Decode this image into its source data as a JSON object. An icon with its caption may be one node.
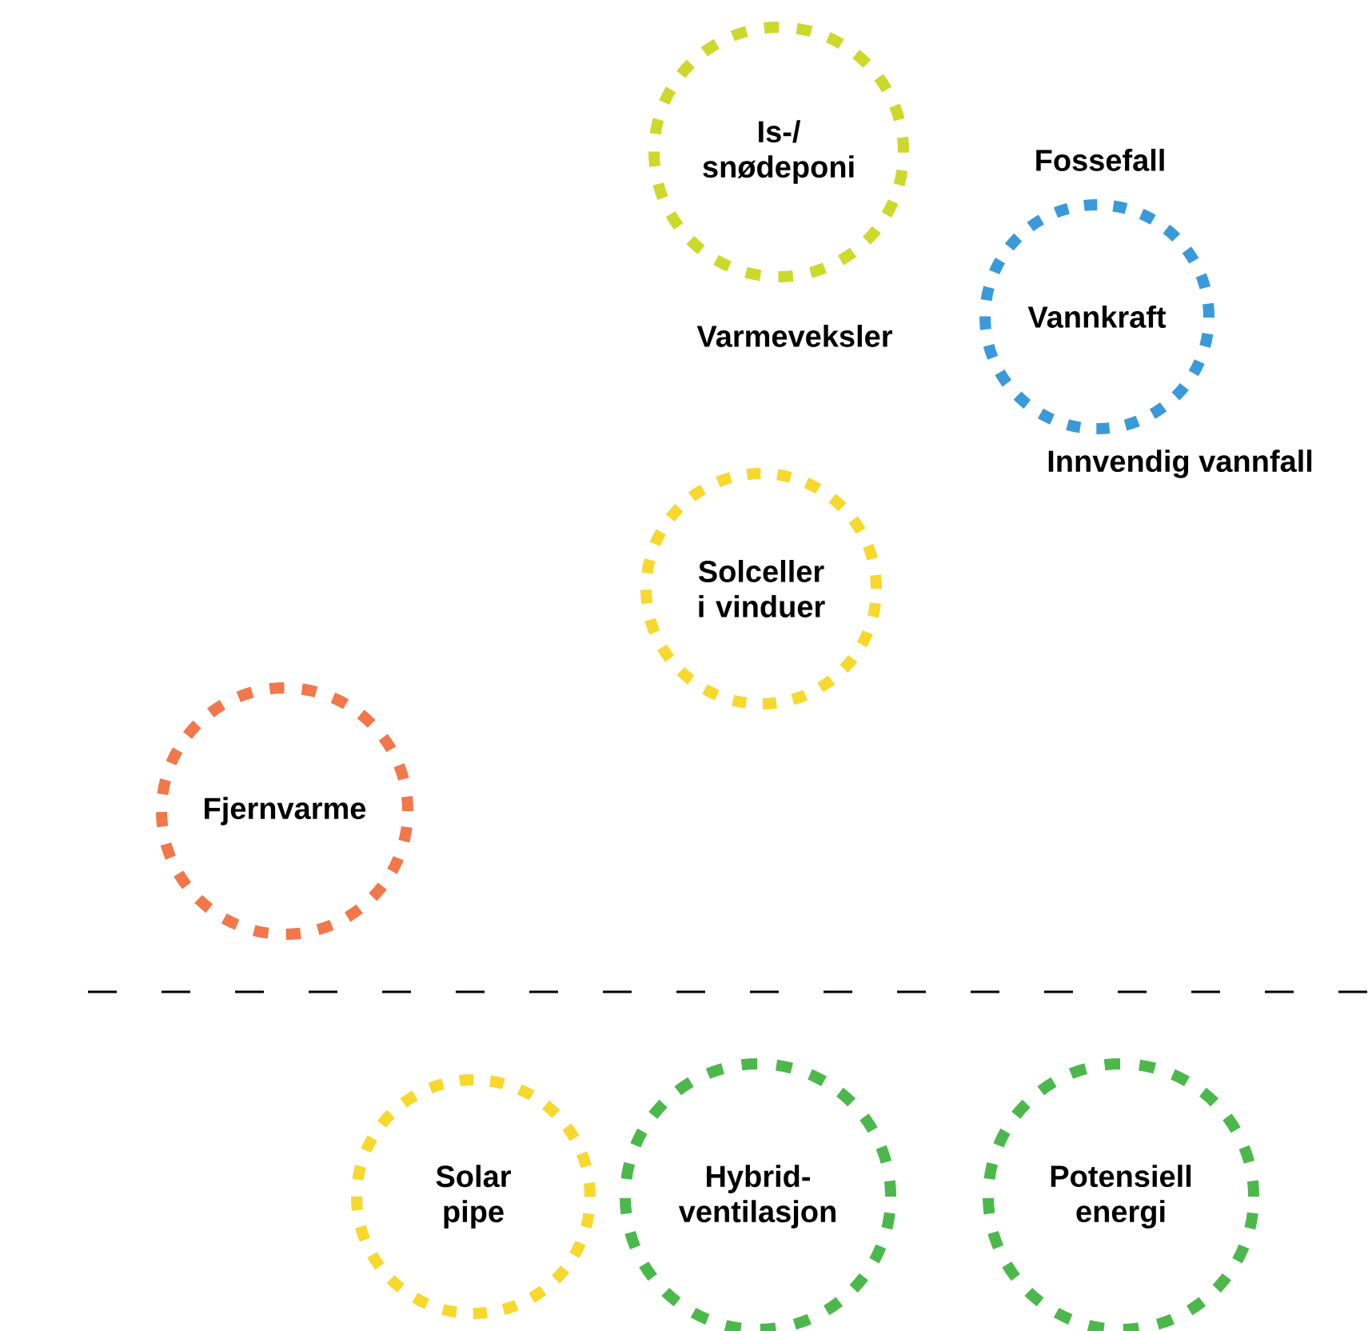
{
  "diagram": {
    "nodes": [
      {
        "text": [
          "Is-/ snødeponi"
        ],
        "beside": [
          "Varmeveksler"
        ]
      },
      {
        "text": [
          "Vannkraft"
        ],
        "beside": [
          "Fossefall",
          "Innvendig vannfall"
        ]
      },
      {
        "text": [
          "Solceller i vinduer"
        ]
      },
      {
        "text": [
          "Fjernvarme"
        ]
      },
      {
        "text": [
          "Solar pipe"
        ]
      },
      {
        "text": [
          "Hybrid- ventilasjon"
        ]
      },
      {
        "text": [
          "Potensiell energi"
        ]
      }
    ]
  }
}
